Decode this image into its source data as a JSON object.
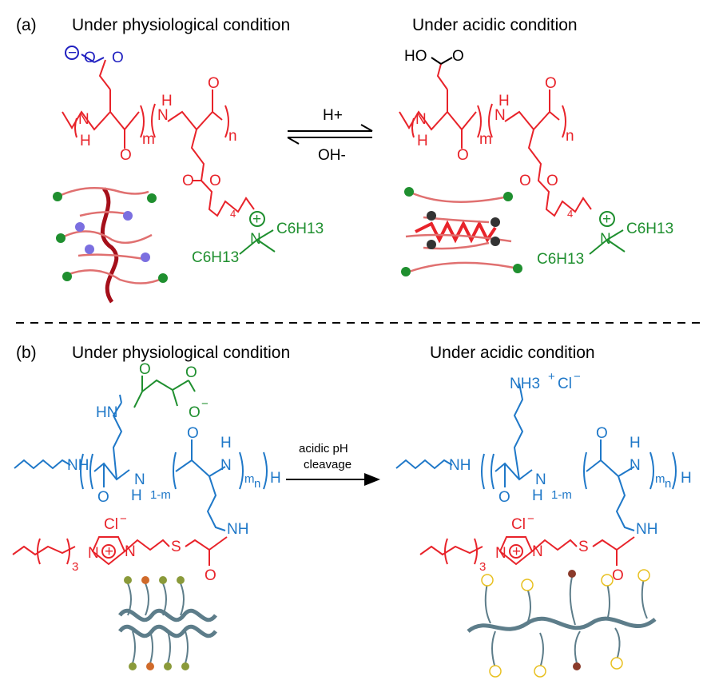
{
  "panels": {
    "a": {
      "label": "(a)",
      "left_title": "Under physiological condition",
      "right_title": "Under acidic condition",
      "forward_label": "H+",
      "reverse_label": "OH-"
    },
    "b": {
      "label": "(b)",
      "left_title": "Under physiological condition",
      "right_title": "Under acidic condition",
      "arrow_label_line1": "acidic pH",
      "arrow_label_line2": "cleavage"
    }
  },
  "chem_labels": {
    "NH": "NH",
    "H": "H",
    "O": "O",
    "N": "N",
    "HO": "HO",
    "m": "m",
    "n": "n",
    "four": "4",
    "three": "3",
    "C6H13": "C6H13",
    "one_minus_m": "1-m",
    "HN": "HN",
    "Cl": "Cl",
    "S": "S",
    "NH3": "NH3",
    "minus": "−",
    "plus": "+"
  },
  "colors": {
    "red": "#e8232a",
    "blue": "#1f78c8",
    "green": "#1f8f2f",
    "navy": "#2020c0",
    "dark_red": "#a50f1a",
    "teal": "#5d7d8a"
  }
}
